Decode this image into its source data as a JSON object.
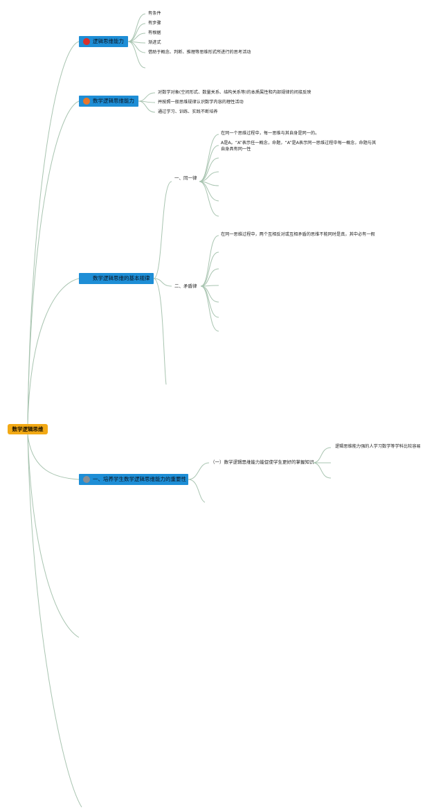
{
  "root": {
    "label": "数学逻辑思维"
  },
  "branch_colors": {
    "topic_fill": "#1e8ed6",
    "root_fill": "#f2a915",
    "connector": "#a8c4b0"
  },
  "branches": [
    {
      "label": "逻辑思维能力",
      "marker_color": "#d9302a",
      "children": [
        "有条件",
        "有步骤",
        "有根据",
        "渐进式",
        "借助于概念、判断、推理等思维形式所进行的思考活动"
      ]
    },
    {
      "label": "数学逻辑思维能力",
      "marker_color": "#e8762b",
      "children": [
        "对数学对象(空间形式、数量关系、结构关系等)的本质属性和内部规律的间接反映",
        "并按照一般思维规律认识数学内容的理性活动",
        "通过学习、训练、实践不断培养"
      ]
    },
    {
      "label": "数学逻辑思维的基本规律",
      "sub": [
        {
          "label": "一、同一律",
          "children": [
            "在同一个思维过程中，每一思维与其自身是同一的。",
            "A是A。“A”表示任一概念，命题，“A”是A表示同一思维过程中每一概念，命题与其自身具有同一性"
          ]
        },
        {
          "label": "二、矛盾律",
          "children": [
            "在同一思维过程中，两个互相反对或互相矛盾的思维不能同时是真，其中必有一假"
          ]
        }
      ]
    },
    {
      "label": "一、培养学生数学逻辑思维能力的重要性",
      "marker_color": "#8a8f94",
      "sub": [
        {
          "label": "（一）数学逻辑思维能力能促使学生更好的掌握知识",
          "children": [
            "逻辑思维能力强的人学习数学等学科比较容易"
          ]
        }
      ]
    }
  ]
}
